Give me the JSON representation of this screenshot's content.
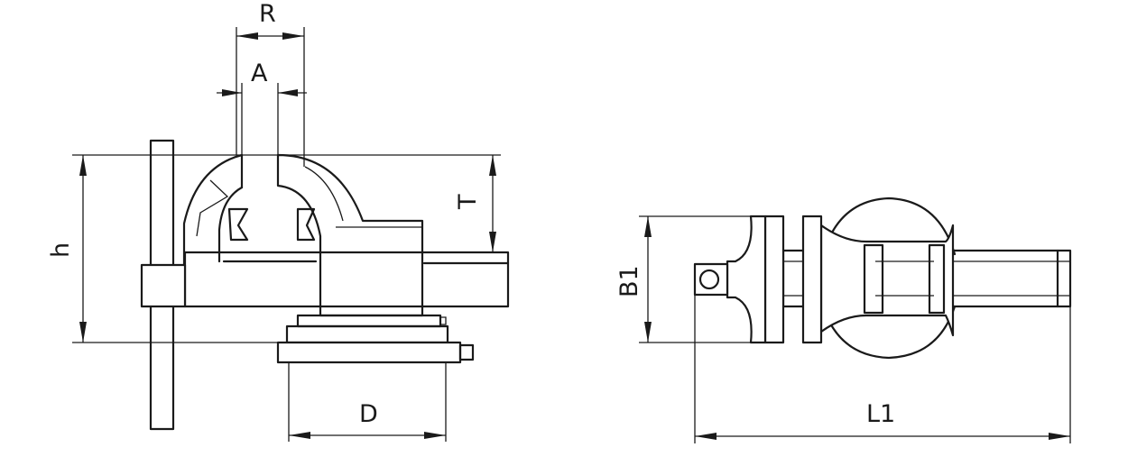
{
  "labels": {
    "R": "R",
    "A": "A",
    "T": "T",
    "h": "h",
    "D": "D",
    "B1": "B1",
    "L1": "L1"
  },
  "colors": {
    "line": "#1a1a1a",
    "background": "#ffffff"
  }
}
